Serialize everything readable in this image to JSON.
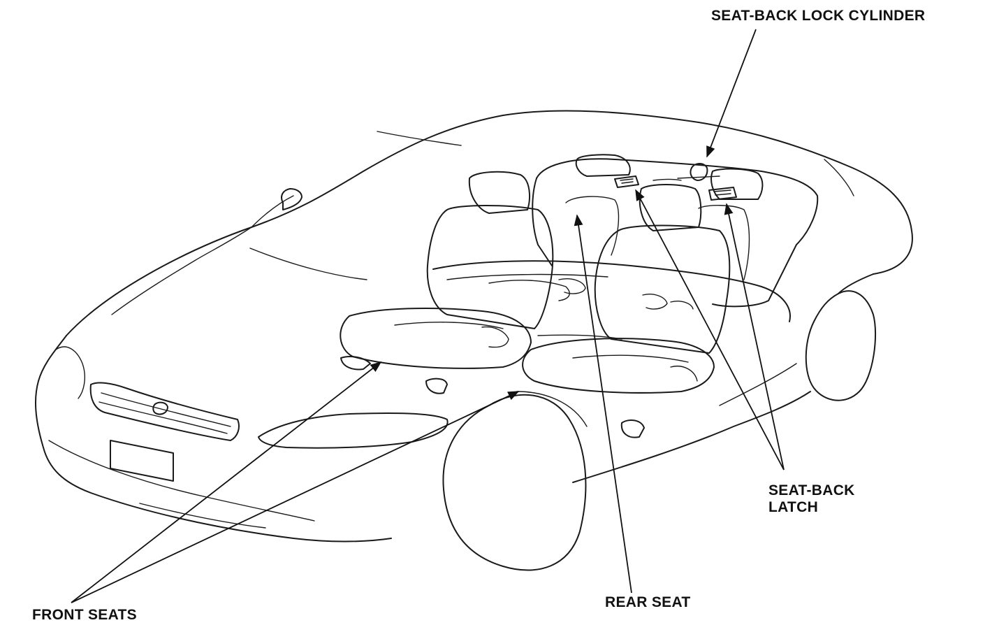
{
  "labels": {
    "lock_cylinder": "SEAT-BACK LOCK CYLINDER",
    "latch_line1": "SEAT-BACK",
    "latch_line2": "LATCH",
    "rear_seat": "REAR SEAT",
    "front_seats": "FRONT SEATS"
  },
  "colors": {
    "line": "#1a1a1a",
    "background": "#ffffff"
  }
}
